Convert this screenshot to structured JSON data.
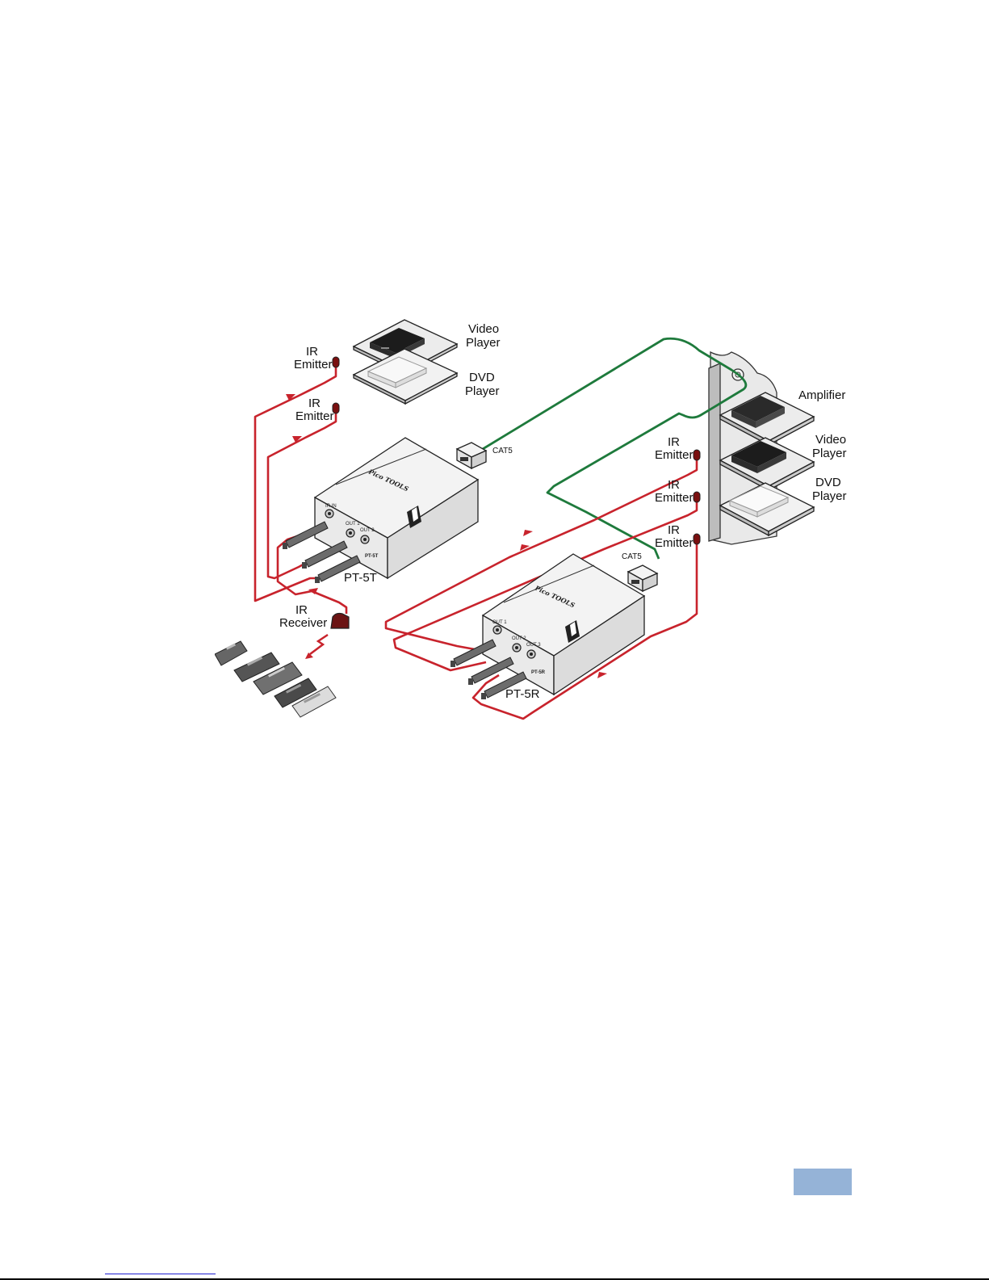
{
  "figure": {
    "video_player_top": "Video\nPlayer",
    "dvd_player_top": "DVD\nPlayer",
    "ir_emitter_1": "IR\nEmitter",
    "ir_emitter_2": "IR\nEmitter",
    "ir_emitter_3": "IR\nEmitter",
    "ir_emitter_4": "IR\nEmitter",
    "ir_emitter_5": "IR\nEmitter",
    "ir_receiver": "IR\nReceiver",
    "cat5_top": "CAT5",
    "cat5_bottom": "CAT5",
    "transmitter_name": "PT-5T",
    "receiver_name": "PT-5R",
    "amplifier": "Amplifier",
    "video_player_rack": "Video\nPlayer",
    "dvd_player_rack": "DVD\nPlayer",
    "brand_text": "Pico TOOLS",
    "tx_panel_model": "PT-5T",
    "rx_panel_model": "PT-5R",
    "tx_jack_in": "IR IN",
    "tx_jack_out1": "OUT 1",
    "tx_jack_out2": "OUT 2",
    "rx_jack_out1": "OUT 1",
    "rx_jack_out2": "OUT 2",
    "rx_jack_out3": "OUT 3"
  },
  "colors": {
    "ir_cable": "#c8232c",
    "cat5_cable": "#1e7a3c",
    "page_box": "#95b3d7"
  }
}
